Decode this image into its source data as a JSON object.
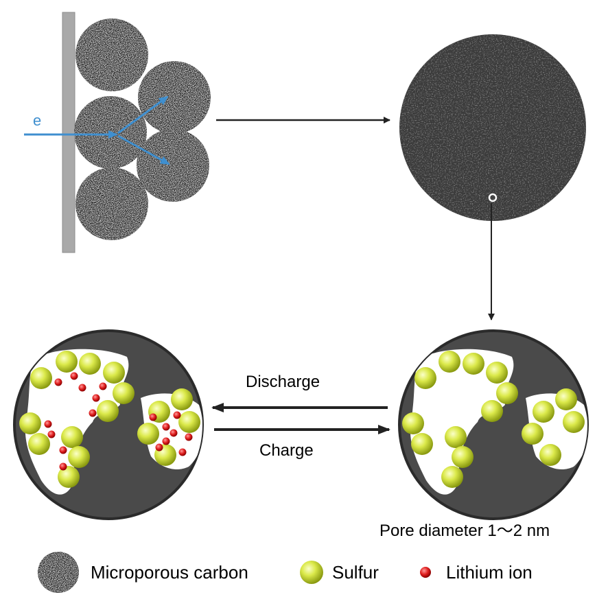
{
  "diagram": {
    "electron_label": "e",
    "small_marker": "o",
    "discharge_label": "Discharge",
    "charge_label": "Charge",
    "pore_label": "Pore diameter 1～2 nm"
  },
  "legend": {
    "items": [
      {
        "label": "Microporous carbon",
        "icon": "microporous-carbon-icon"
      },
      {
        "label": "Sulfur",
        "icon": "sulfur-sphere-icon"
      },
      {
        "label": "Lithium ion",
        "icon": "lithium-ion-icon"
      }
    ]
  },
  "colors": {
    "carbon": "#2b2b2b",
    "carbon_pore_fill": "#4a4a4a",
    "electrode": "#a9a9a9",
    "electron_arrow": "#3f8fcf",
    "sulfur": "#d9e84a",
    "lithium": "#e02020",
    "arrow": "#222222"
  }
}
